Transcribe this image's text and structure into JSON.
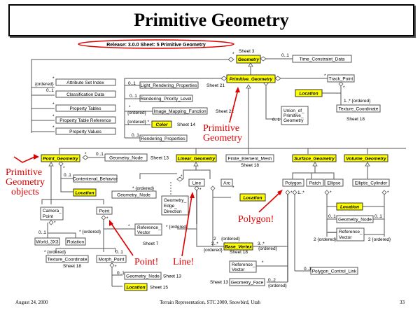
{
  "title": "Primitive Geometry",
  "release_label": "Release: 3.0.0  Sheet: 5  Primitive Geometry",
  "classes": {
    "geometry": "Geometry",
    "primitive_geometry": "Primitive_Geometry",
    "time_constraint_data": "Time_Constraint_Data",
    "track_point": "Track_Point",
    "location": "Location",
    "texture_coordinate": "Texture_Coordinate",
    "union_of_primitive_geometry": [
      "Union_of_",
      "Primitive_",
      "Geometry"
    ],
    "attribute_set_index": "Attribute Set Index",
    "classification_data": "Classification Data",
    "property_tables": "Property Tables",
    "property_table_reference": "Property Table Reference",
    "property_values": "Property Values",
    "light_rendering_properties": "Light_Rendering_Properties",
    "rendering_priority_level": "Rendering_Priority_Level",
    "image_mapping_function": "Image_Mapping_Function",
    "color": "Color",
    "rendering_properties": "Rendering_Properties",
    "point_geometry": "Point_Geometry",
    "geometry_node": "Geometry_Node",
    "linear_geometry": "Linear_Geometry",
    "finite_element_mesh": "Finite_Element_Mesh",
    "surface_geometry": "Surface_Geometry",
    "volume_geometry": "Volume_Geometry",
    "continental_behavior": "Contentenal_Behavior",
    "line": "Line",
    "arc": "Arc",
    "geometry_edge_direction": [
      "Geometry_",
      "Edge_",
      "Direction"
    ],
    "polygon": "Polygon",
    "patch": "Patch",
    "ellipse": "Ellipse",
    "elliptic_cylinder": "Elliptic_Cylinder",
    "camera_point": [
      "Camera_",
      "Point"
    ],
    "point": "Point",
    "world_3x3": "World_3X3",
    "rotation": "Rotation",
    "reference_vector": [
      "Reference_",
      "Vector"
    ],
    "morph_point": "Morph_Point",
    "base_vertex": "Base_Vertex",
    "geometry_face": "Geometry_Face",
    "polygon_control_link": "Polygon_Control_Link"
  },
  "sheet_refs": {
    "sheet3": "Sheet 3",
    "sheet21": "Sheet 21",
    "sheet22": "Sheet 22",
    "sheet14": "Sheet 14",
    "sheet18": "Sheet 18",
    "sheet13": "Sheet 13",
    "sheet7": "Sheet 7",
    "sheet15": "Sheet 15"
  },
  "multiplicities": {
    "star": "*",
    "zero_one": "0..1",
    "one_star_ordered": "1..* {ordered}",
    "ordered": "{ordered}",
    "ordered_star": "{ordered} *",
    "star_ordered": "* {ordered}",
    "one_star": "1..*",
    "two": "2",
    "two_star": "2..*",
    "three_star": "3..*",
    "two_ordered": "2 {ordered}",
    "zero_two": "0..2"
  },
  "annotations": {
    "primitive_geometry": [
      "Primitive",
      "Geometry"
    ],
    "primitive_geometry_objects": [
      "Primitive",
      "Geometry",
      "objects"
    ],
    "point": "Point!",
    "line": "Line!",
    "polygon": "Polygon!"
  },
  "footer": {
    "date": "August 24, 2000",
    "event": "Terrain Representation, STC 2000, Snowbird, Utah",
    "page": "33"
  }
}
